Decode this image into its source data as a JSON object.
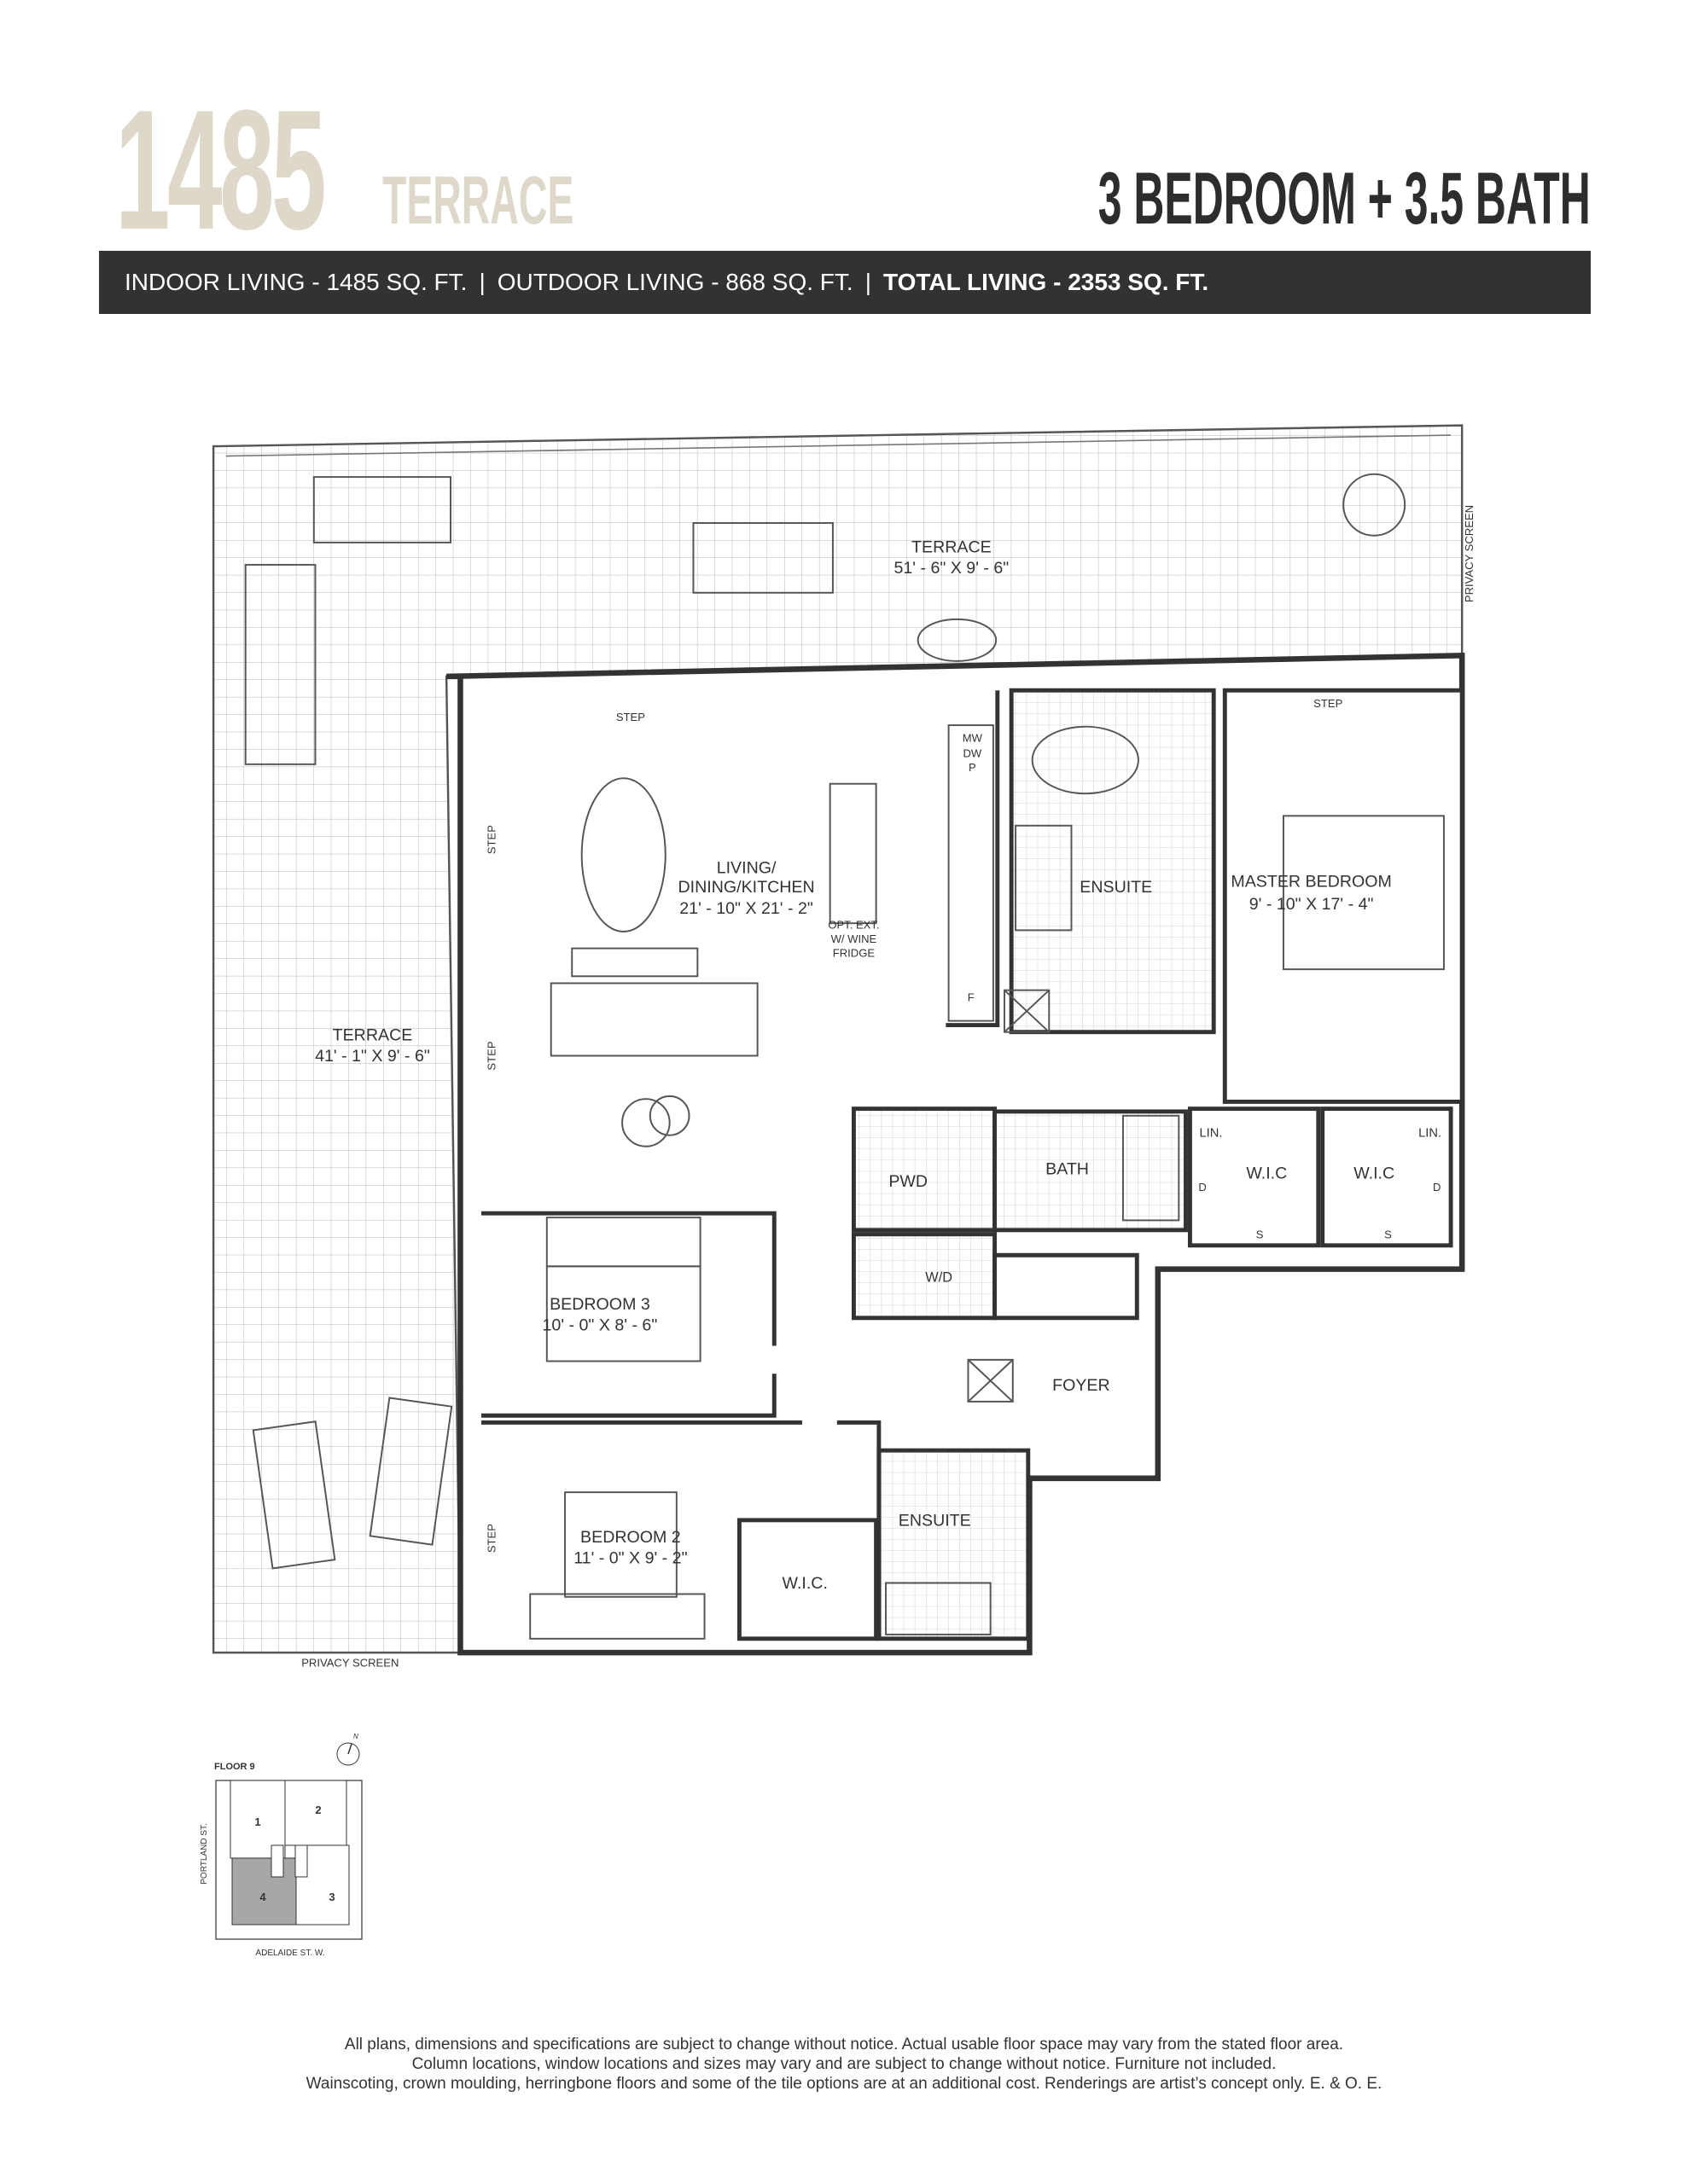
{
  "header": {
    "sqft_number": "1485",
    "unit_name": "TERRACE",
    "unit_type": "3 BEDROOM + 3.5 BATH"
  },
  "summary_bar": {
    "indoor": "INDOOR LIVING - 1485 SQ. FT.",
    "outdoor": "OUTDOOR LIVING - 868 SQ. FT.",
    "total": "TOTAL LIVING - 2353 SQ. FT.",
    "separator": "|"
  },
  "floorplan": {
    "terrace_top": {
      "name": "TERRACE",
      "dims": "51' - 6\" X 9' - 6\""
    },
    "terrace_left": {
      "name": "TERRACE",
      "dims": "41' - 1\" X 9' - 6\""
    },
    "privacy_screen": "PRIVACY SCREEN",
    "living": {
      "line1": "LIVING/",
      "line2": "DINING/KITCHEN",
      "dims": "21' - 10\" X 21' - 2\""
    },
    "ensuite_master": "ENSUITE",
    "master": {
      "name": "MASTER BEDROOM",
      "dims": "9' - 10\" X 17' - 4\""
    },
    "pwd": "PWD",
    "bath": "BATH",
    "wic": "W.I.C",
    "wic2": "W.I.C.",
    "lin": "LIN.",
    "wd": "W/D",
    "foyer": "FOYER",
    "bedroom3": {
      "name": "BEDROOM 3",
      "dims": "10' - 0\" X 8' - 6\""
    },
    "bedroom2": {
      "name": "BEDROOM 2",
      "dims": "11' - 0\" X 9' - 2\""
    },
    "ensuite2": "ENSUITE",
    "step": "STEP",
    "appliances": {
      "mw": "MW",
      "dw": "DW",
      "p": "P",
      "f": "F"
    },
    "wine": {
      "l1": "OPT. EXT.",
      "l2": "W/ WINE",
      "l3": "FRIDGE"
    },
    "closet": {
      "d": "D",
      "s": "S"
    }
  },
  "keyplan": {
    "floor": "FLOOR 9",
    "units": [
      "1",
      "2",
      "3",
      "4"
    ],
    "street_west": "PORTLAND ST.",
    "street_south": "ADELAIDE ST. W.",
    "north": "N",
    "highlight_color": "#a7a7a7"
  },
  "disclaimer": {
    "line1": "All plans, dimensions and specifications are subject to change without notice. Actual usable floor space may vary from the stated floor area.",
    "line2": "Column locations, window locations and sizes may vary and are subject to change without notice. Furniture not included.",
    "line3": "Wainscoting, crown moulding, herringbone floors and some of the tile options are at an additional cost. Renderings are artist’s concept only. E. & O. E."
  }
}
